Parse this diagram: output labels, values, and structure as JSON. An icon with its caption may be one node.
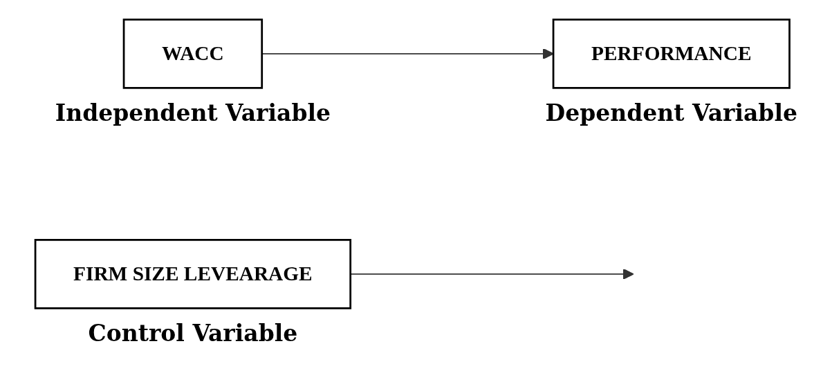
{
  "diagram": {
    "nodes": [
      {
        "text": [
          "WACC"
        ],
        "beside": [
          "Independent Variable"
        ]
      },
      {
        "text": [
          "PERFORMANCE"
        ],
        "beside": [
          "Dependent Variable"
        ]
      },
      {
        "text": [
          "FIRM SIZE LEVEARAGE"
        ],
        "beside": [
          "Control Variable"
        ]
      }
    ],
    "edges": [
      {
        "from": 0,
        "to": 1,
        "arrow": "to"
      },
      {
        "from": 2,
        "to": null,
        "arrow": "to"
      }
    ]
  }
}
